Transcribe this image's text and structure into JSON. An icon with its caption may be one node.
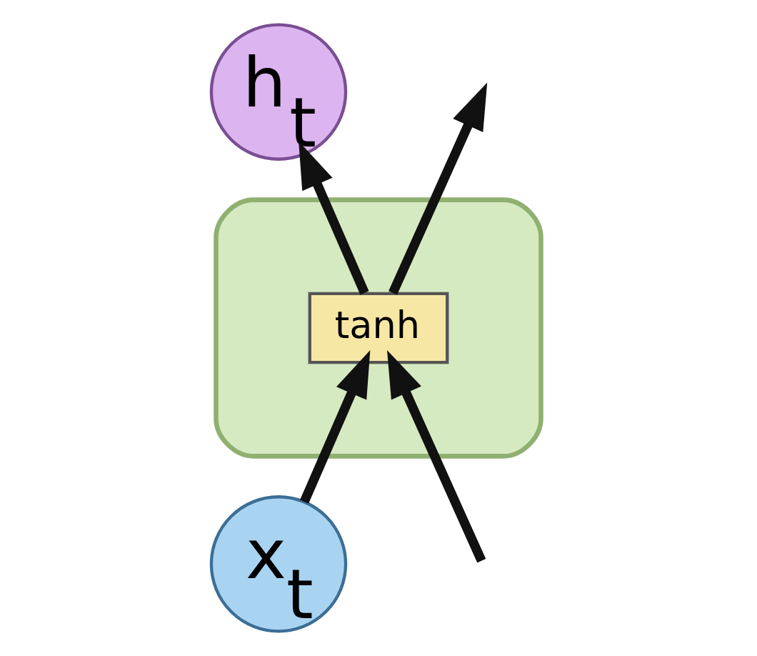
{
  "diagram": {
    "nodes": [
      {
        "text": [],
        "shape": "box"
      },
      {
        "text": [
          "tanh"
        ],
        "in": 0
      },
      {
        "text": [
          "x$_{t}$"
        ]
      },
      {
        "text": [
          "h$_{t}$"
        ]
      }
    ],
    "edges": [
      {
        "from": null,
        "to": 1,
        "arrow": "to"
      },
      {
        "from": 2,
        "to": 1,
        "arrow": "to"
      },
      {
        "from": 1,
        "to": 3,
        "arrow": "to"
      },
      {
        "from": 1,
        "to": null,
        "arrow": "to"
      }
    ]
  }
}
